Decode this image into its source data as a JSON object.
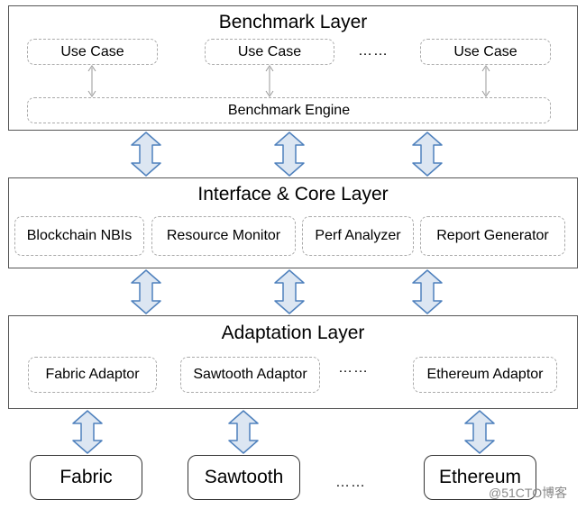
{
  "benchmark_layer": {
    "title": "Benchmark Layer",
    "use_cases": [
      "Use Case",
      "Use Case",
      "Use Case"
    ],
    "ellipsis": "……",
    "engine": "Benchmark Engine"
  },
  "core_layer": {
    "title": "Interface & Core Layer",
    "modules": [
      "Blockchain NBIs",
      "Resource Monitor",
      "Perf Analyzer",
      "Report Generator"
    ]
  },
  "adaptation_layer": {
    "title": "Adaptation Layer",
    "adaptors": [
      "Fabric Adaptor",
      "Sawtooth Adaptor",
      "Ethereum Adaptor"
    ],
    "ellipsis": "……"
  },
  "platforms": {
    "items": [
      "Fabric",
      "Sawtooth",
      "Ethereum"
    ],
    "ellipsis": "……"
  },
  "watermark": "@51CTO博客",
  "colors": {
    "arrow_fill": "#dce6f2",
    "arrow_stroke": "#4f81bd",
    "border": "#555555",
    "dashed": "#aaaaaa"
  }
}
